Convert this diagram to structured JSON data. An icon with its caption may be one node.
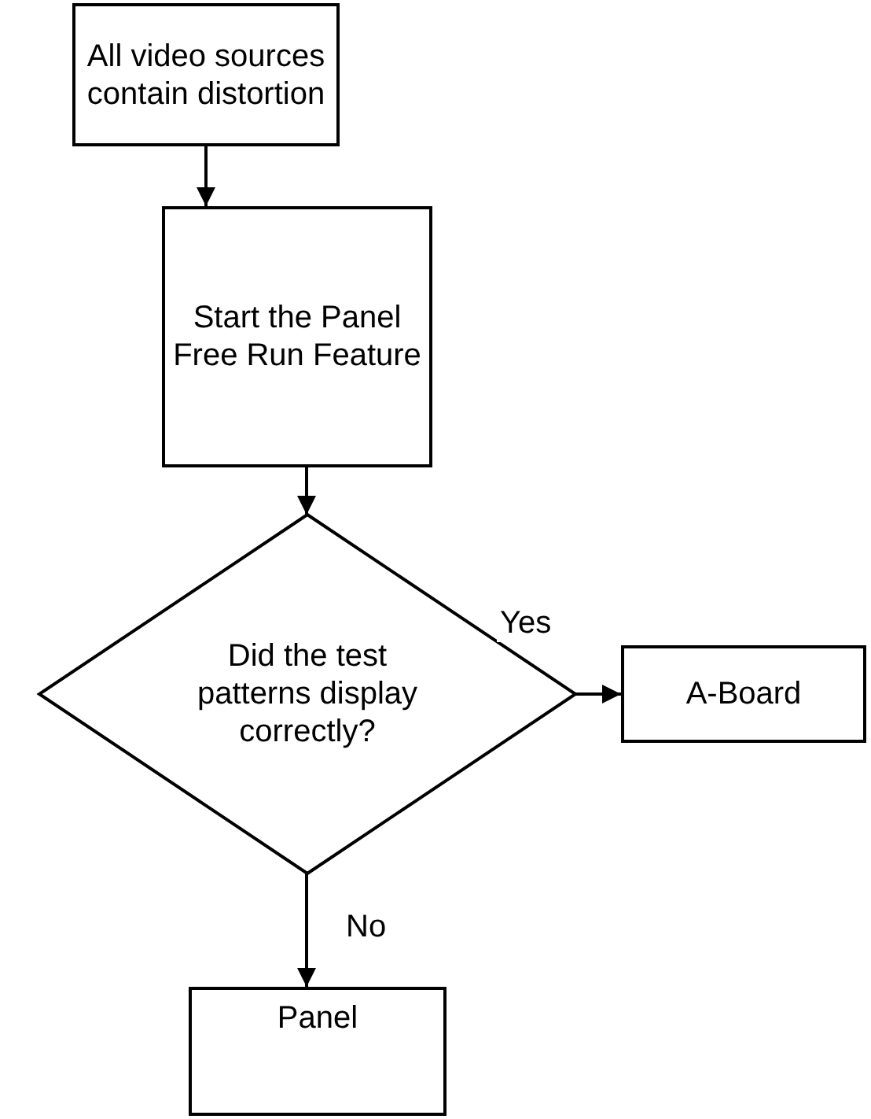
{
  "diagram": {
    "nodes": [
      {
        "text": [
          "All video sources contain distortion"
        ]
      },
      {
        "text": [
          "Start the Panel Free Run Feature"
        ]
      },
      {
        "text": [
          "Did the test patterns display correctly?"
        ]
      },
      {
        "text": [
          "A-Board"
        ]
      },
      {
        "text": [
          "Panel"
        ]
      }
    ],
    "edges": [
      {
        "from": 0,
        "to": 1,
        "arrow": "to"
      },
      {
        "from": 1,
        "to": 2,
        "arrow": "to"
      },
      {
        "from": 2,
        "to": 3,
        "arrow": "to",
        "label": "Yes"
      },
      {
        "from": 2,
        "to": 4,
        "arrow": "to",
        "label": "No"
      }
    ]
  }
}
